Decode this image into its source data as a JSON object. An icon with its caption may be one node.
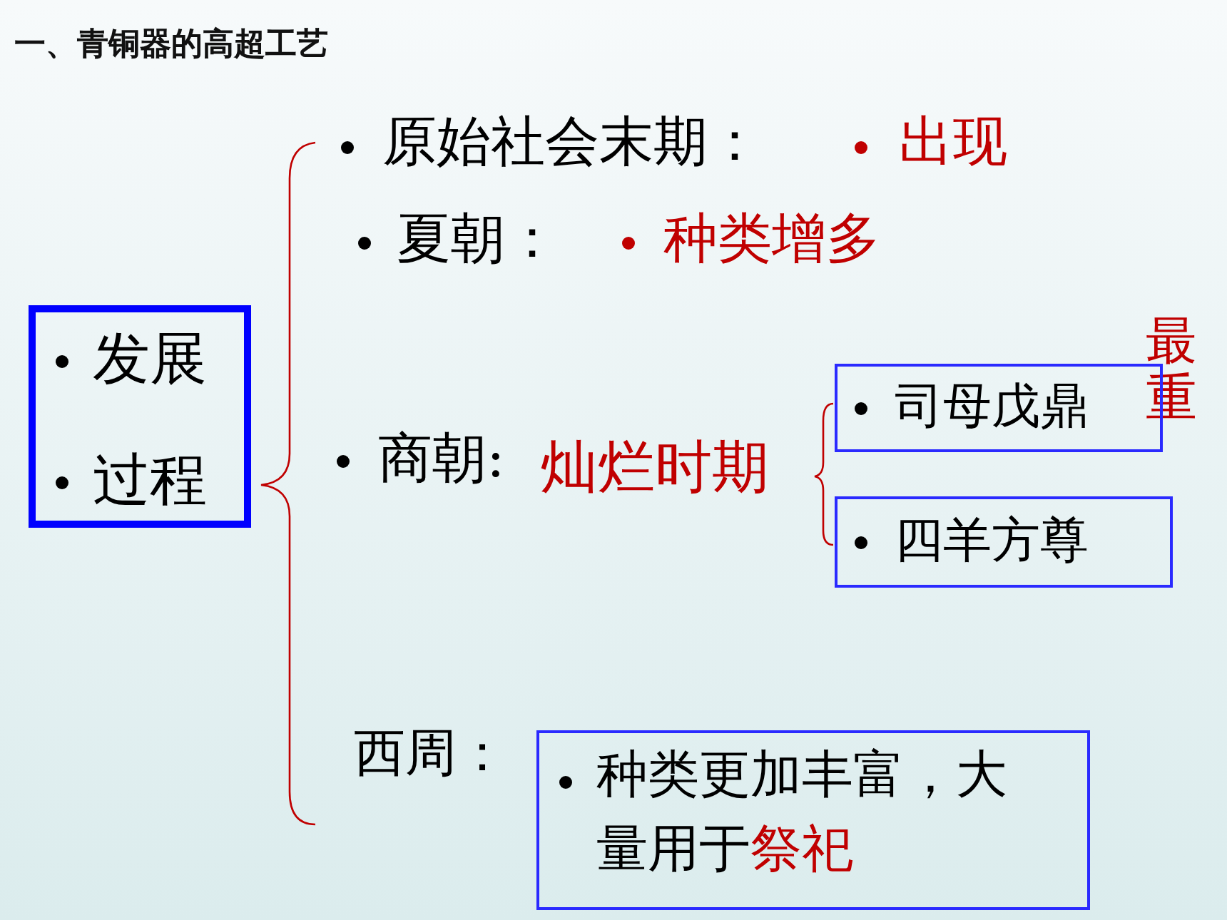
{
  "diagram": {
    "title": "一、青铜器的高超工艺",
    "nodes": [
      {
        "text": [
          "发展",
          "过程"
        ]
      },
      {
        "text": [
          "司母戊鼎"
        ]
      },
      {
        "text": [
          "四羊方尊"
        ]
      },
      {
        "text": [
          "种类更加丰富，大量用于",
          "祭祀"
        ]
      }
    ],
    "labels": [
      "原始社会末期：",
      "出现",
      "夏朝：",
      "种类增多",
      "商朝:",
      "灿烂时期",
      "最重",
      "西周："
    ]
  }
}
